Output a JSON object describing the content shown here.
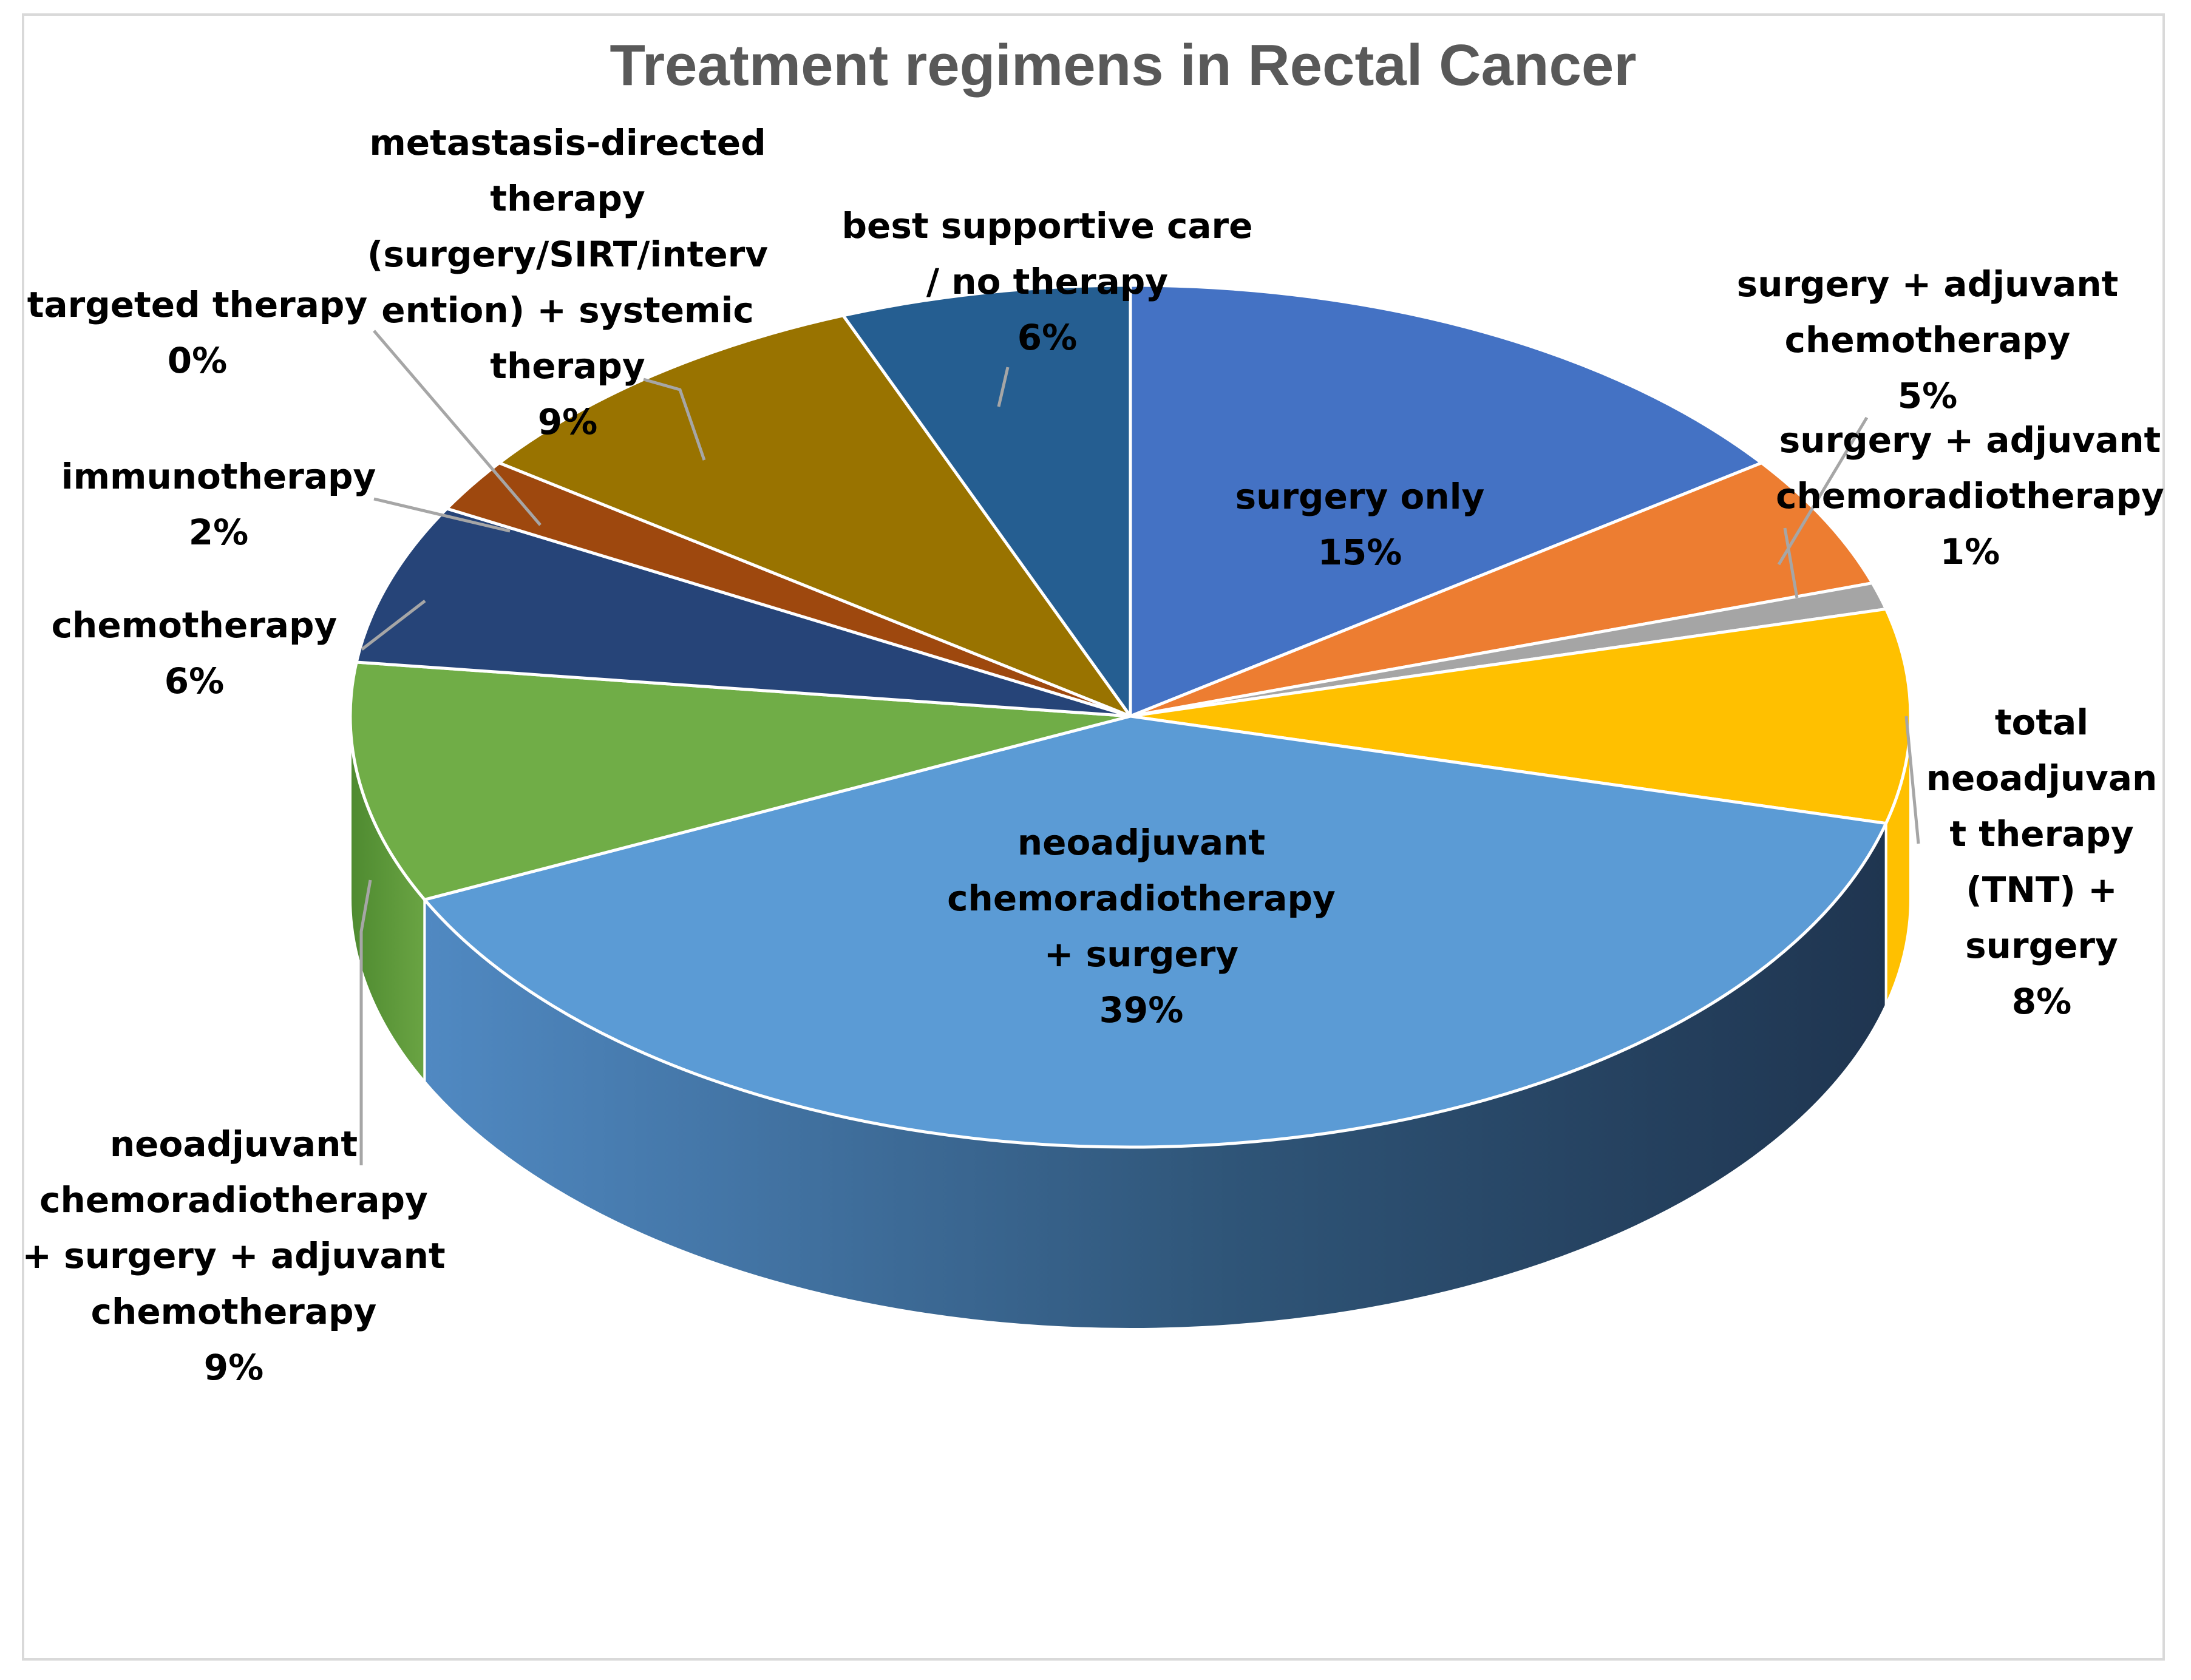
{
  "chart_data": {
    "type": "pie",
    "title": "Treatment regimens in Rectal Cancer",
    "legend": "none",
    "slices": [
      {
        "label": [
          "surgery only"
        ],
        "pct_label": "15%",
        "value": 15,
        "color": "#4472c4"
      },
      {
        "label": [
          "surgery + adjuvant",
          "chemotherapy"
        ],
        "pct_label": "5%",
        "value": 5,
        "color": "#ed7d31"
      },
      {
        "label": [
          "surgery + adjuvant",
          "chemoradiotherapy"
        ],
        "pct_label": "1%",
        "value": 1,
        "color": "#a5a5a5"
      },
      {
        "label": [
          "total",
          "neoadjuvan",
          "t therapy",
          "(TNT) +",
          "surgery"
        ],
        "pct_label": "8%",
        "value": 8,
        "color": "#ffc000"
      },
      {
        "label": [
          "neoadjuvant",
          "chemoradiotherapy",
          "+ surgery"
        ],
        "pct_label": "39%",
        "value": 39,
        "color": "#5b9bd5"
      },
      {
        "label": [
          "neoadjuvant",
          "chemoradiotherapy",
          "+ surgery + adjuvant",
          "chemotherapy"
        ],
        "pct_label": "9%",
        "value": 9,
        "color": "#70ad47"
      },
      {
        "label": [
          "chemotherapy"
        ],
        "pct_label": "6%",
        "value": 6,
        "color": "#264478"
      },
      {
        "label": [
          "immunotherapy"
        ],
        "pct_label": "2%",
        "value": 2,
        "color": "#9e480e"
      },
      {
        "label": [
          "targeted therapy"
        ],
        "pct_label": "0%",
        "value": 0,
        "color": "#636363"
      },
      {
        "label": [
          "metastasis-directed",
          "therapy",
          "(surgery/SIRT/interv",
          "ention) + systemic",
          "therapy"
        ],
        "pct_label": "9%",
        "value": 9,
        "color": "#997300"
      },
      {
        "label": [
          "best supportive care",
          "/ no therapy"
        ],
        "pct_label": "6%",
        "value": 6,
        "color": "#255e91"
      }
    ]
  }
}
